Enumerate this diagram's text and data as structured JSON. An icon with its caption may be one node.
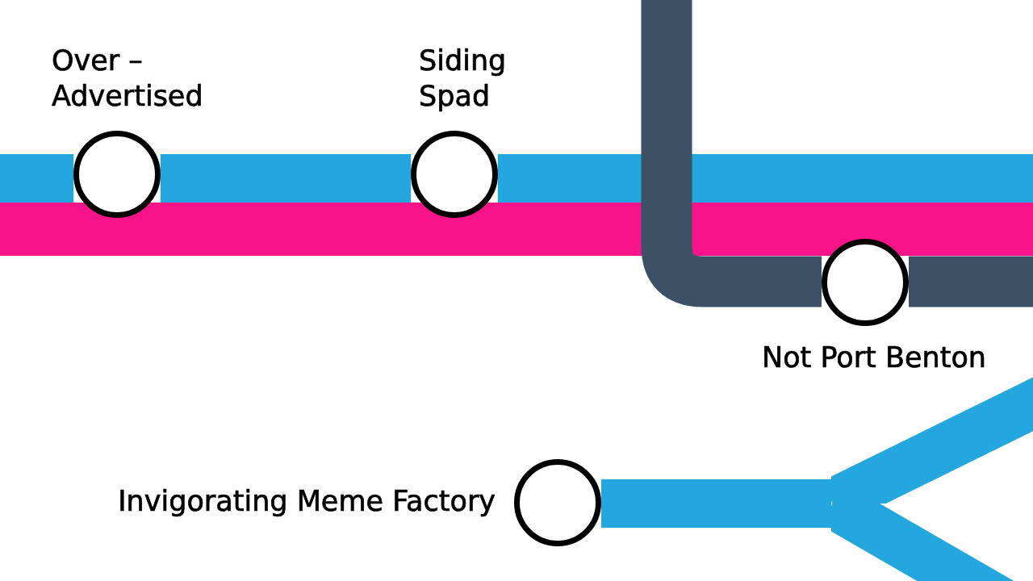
{
  "diagram": {
    "nodes": [
      {
        "text": [
          "Over – Advertised"
        ]
      },
      {
        "text": [
          "Siding Spad"
        ]
      },
      {
        "text": [
          "Not Port Benton"
        ]
      },
      {
        "text": [
          "Invigorating Meme Factory"
        ]
      }
    ],
    "edges": [
      {
        "from": null,
        "to": 0,
        "arrow": "none"
      },
      {
        "from": 0,
        "to": 1,
        "arrow": "none"
      },
      {
        "from": 1,
        "to": null,
        "arrow": "none"
      },
      {
        "from": null,
        "to": 2,
        "arrow": "none",
        "color": "#3d5166"
      },
      {
        "from": 2,
        "to": null,
        "arrow": "none",
        "color": "#3d5166"
      },
      {
        "from": 3,
        "to": null,
        "arrow": "none"
      },
      {
        "from": 3,
        "to": null,
        "arrow": "none"
      }
    ]
  }
}
